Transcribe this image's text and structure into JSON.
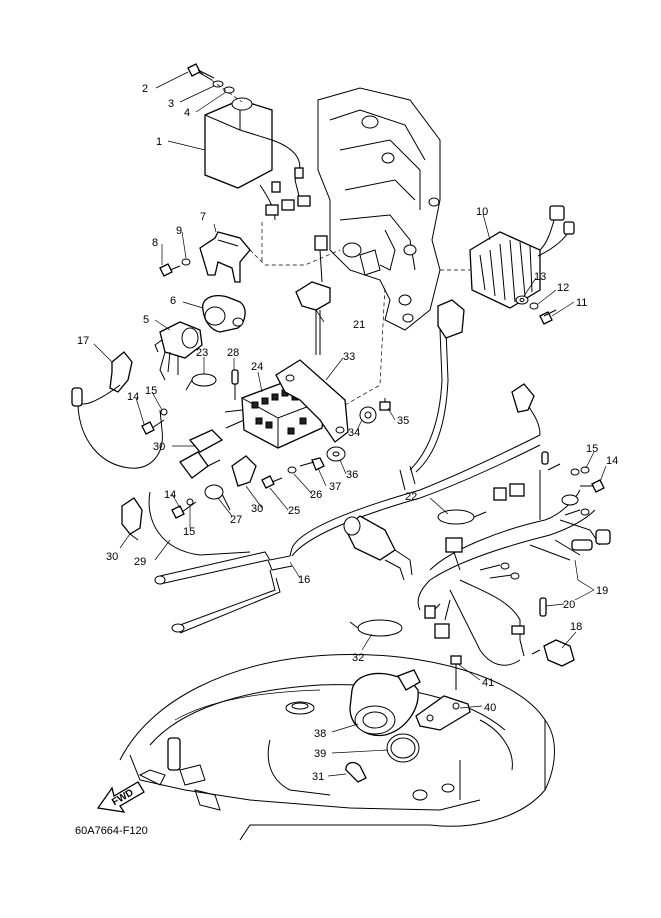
{
  "diagram": {
    "code": "60A7664-F120",
    "fwd_label": "FWD",
    "callouts": [
      {
        "id": "c1",
        "label": "1"
      },
      {
        "id": "c2",
        "label": "2"
      },
      {
        "id": "c3",
        "label": "3"
      },
      {
        "id": "c4",
        "label": "4"
      },
      {
        "id": "c5",
        "label": "5"
      },
      {
        "id": "c6",
        "label": "6"
      },
      {
        "id": "c7",
        "label": "7"
      },
      {
        "id": "c8",
        "label": "8"
      },
      {
        "id": "c9",
        "label": "9"
      },
      {
        "id": "c10",
        "label": "10"
      },
      {
        "id": "c11",
        "label": "11"
      },
      {
        "id": "c12",
        "label": "12"
      },
      {
        "id": "c13",
        "label": "13"
      },
      {
        "id": "c14a",
        "label": "14"
      },
      {
        "id": "c14b",
        "label": "14"
      },
      {
        "id": "c14c",
        "label": "14"
      },
      {
        "id": "c15a",
        "label": "15"
      },
      {
        "id": "c15b",
        "label": "15"
      },
      {
        "id": "c15c",
        "label": "15"
      },
      {
        "id": "c16",
        "label": "16"
      },
      {
        "id": "c17",
        "label": "17"
      },
      {
        "id": "c18",
        "label": "18"
      },
      {
        "id": "c19",
        "label": "19"
      },
      {
        "id": "c20",
        "label": "20"
      },
      {
        "id": "c21",
        "label": "21"
      },
      {
        "id": "c22",
        "label": "22"
      },
      {
        "id": "c23",
        "label": "23"
      },
      {
        "id": "c24",
        "label": "24"
      },
      {
        "id": "c25",
        "label": "25"
      },
      {
        "id": "c26",
        "label": "26"
      },
      {
        "id": "c27",
        "label": "27"
      },
      {
        "id": "c28",
        "label": "28"
      },
      {
        "id": "c29",
        "label": "29"
      },
      {
        "id": "c30a",
        "label": "30"
      },
      {
        "id": "c30b",
        "label": "30"
      },
      {
        "id": "c30c",
        "label": "30"
      },
      {
        "id": "c31",
        "label": "31"
      },
      {
        "id": "c32",
        "label": "32"
      },
      {
        "id": "c33",
        "label": "33"
      },
      {
        "id": "c34",
        "label": "34"
      },
      {
        "id": "c35",
        "label": "35"
      },
      {
        "id": "c36",
        "label": "36"
      },
      {
        "id": "c37",
        "label": "37"
      },
      {
        "id": "c38",
        "label": "38"
      },
      {
        "id": "c39",
        "label": "39"
      },
      {
        "id": "c40",
        "label": "40"
      },
      {
        "id": "c41",
        "label": "41"
      }
    ]
  }
}
